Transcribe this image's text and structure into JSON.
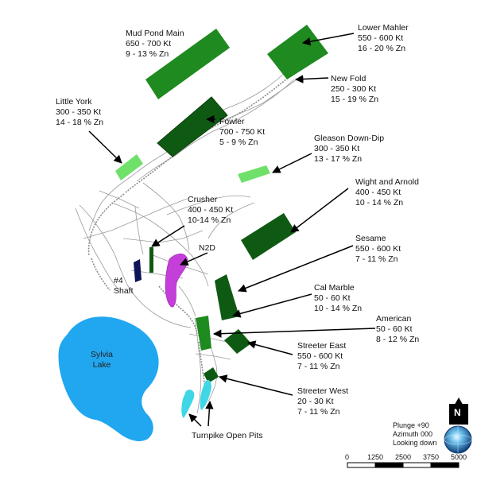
{
  "colors": {
    "dark_green": "#0f5a12",
    "mid_green": "#1f8a1f",
    "light_green": "#6fe06a",
    "lake_blue": "#21a7f0",
    "purple": "#c43fd9",
    "navy": "#0e1457",
    "cyan": "#3fd6e6"
  },
  "deposits": [
    {
      "name": "Mud Pond Main",
      "tonnage": "650 - 700 Kt",
      "grade": "9 - 13 % Zn"
    },
    {
      "name": "Lower Mahler",
      "tonnage": "550 - 600 Kt",
      "grade": "16 - 20 % Zn"
    },
    {
      "name": "New Fold",
      "tonnage": "250 - 300 Kt",
      "grade": "15 - 19 % Zn"
    },
    {
      "name": "Little York",
      "tonnage": "300 - 350 Kt",
      "grade": "14 - 18 % Zn"
    },
    {
      "name": "Fowler",
      "tonnage": "700 - 750 Kt",
      "grade": "5 - 9 % Zn"
    },
    {
      "name": "Gleason Down-Dip",
      "tonnage": "300 - 350 Kt",
      "grade": "13 - 17 % Zn"
    },
    {
      "name": "Wight and Arnold",
      "tonnage": "400 - 450 Kt",
      "grade": "10 - 14 % Zn"
    },
    {
      "name": "Crusher",
      "tonnage": "400 - 450 Kt",
      "grade": "10-14 % Zn"
    },
    {
      "name": "Sesame",
      "tonnage": "550 - 600 Kt",
      "grade": "7 - 11 % Zn"
    },
    {
      "name": "Cal Marble",
      "tonnage": "50 - 60 Kt",
      "grade": "10 - 14 % Zn"
    },
    {
      "name": "American",
      "tonnage": "50 - 60 Kt",
      "grade": "8 - 12 % Zn"
    },
    {
      "name": "Streeter East",
      "tonnage": "550 - 600 Kt",
      "grade": "7 - 11 % Zn"
    },
    {
      "name": "Streeter West",
      "tonnage": "20 - 30 Kt",
      "grade": "7 - 11 % Zn"
    }
  ],
  "labels": {
    "n2d": "N2D",
    "shaft_line1": "#4",
    "shaft_line2": "Shaft",
    "lake_line1": "Sylvia",
    "lake_line2": "Lake",
    "open_pits": "Turnpike Open Pits"
  },
  "view": {
    "plunge": "Plunge +90",
    "azimuth": "Azimuth 000",
    "looking": "Looking down",
    "north": "N"
  },
  "scale_bar": {
    "ticks": [
      "0",
      "1250",
      "2500",
      "3750",
      "5000"
    ]
  }
}
